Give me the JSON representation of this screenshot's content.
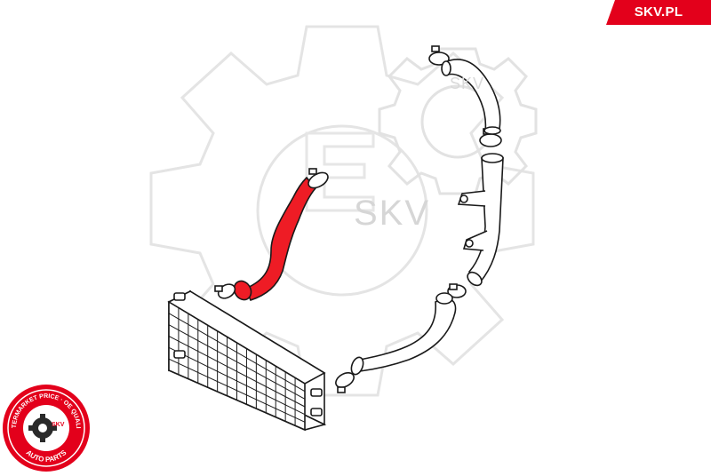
{
  "brand": {
    "site_label": "SKV.PL",
    "accent_color": "#e3001b"
  },
  "watermark": {
    "text": "SKV",
    "text_small": "SKV"
  },
  "badge": {
    "center_text": "SKV",
    "ring_top_text": "AFTERMARKET PRICE · OE QUALITY",
    "ring_bottom_text": "AUTO PARTS",
    "icon": "gear-icon"
  },
  "diagram": {
    "highlighted_part": "intercooler-hose",
    "highlight_color": "#ee1c25",
    "line_color": "#1a1a1a"
  }
}
